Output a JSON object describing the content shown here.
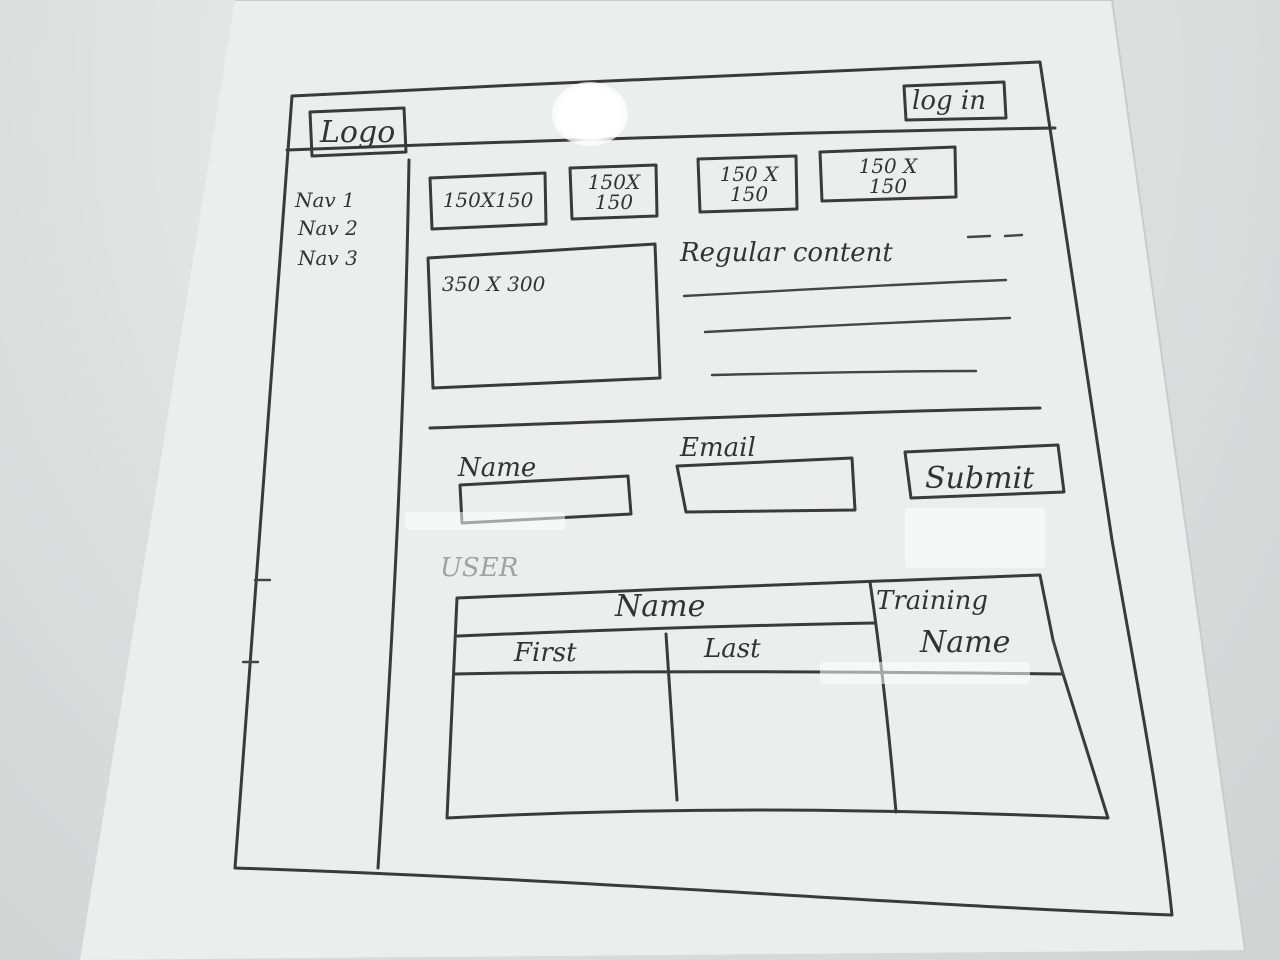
{
  "header": {
    "logo_label": "Logo",
    "login_label": "log in"
  },
  "sidebar": {
    "items": [
      {
        "label": "Nav 1"
      },
      {
        "label": "Nav 2"
      },
      {
        "label": "Nav 3"
      }
    ]
  },
  "thumbnails": [
    {
      "label_line1": "150X150",
      "label_line2": ""
    },
    {
      "label_line1": "150X",
      "label_line2": "150"
    },
    {
      "label_line1": "150 X",
      "label_line2": "150"
    },
    {
      "label_line1": "150 X",
      "label_line2": "150"
    }
  ],
  "main_image": {
    "label": "350 X 300"
  },
  "content": {
    "heading": "Regular content"
  },
  "form": {
    "name_label": "Name",
    "email_label": "Email",
    "submit_label": "Submit"
  },
  "user_table": {
    "section_label": "USER",
    "group_header_name": "Name",
    "group_header_training": "Training",
    "columns": [
      "First",
      "Last",
      "Name"
    ]
  }
}
